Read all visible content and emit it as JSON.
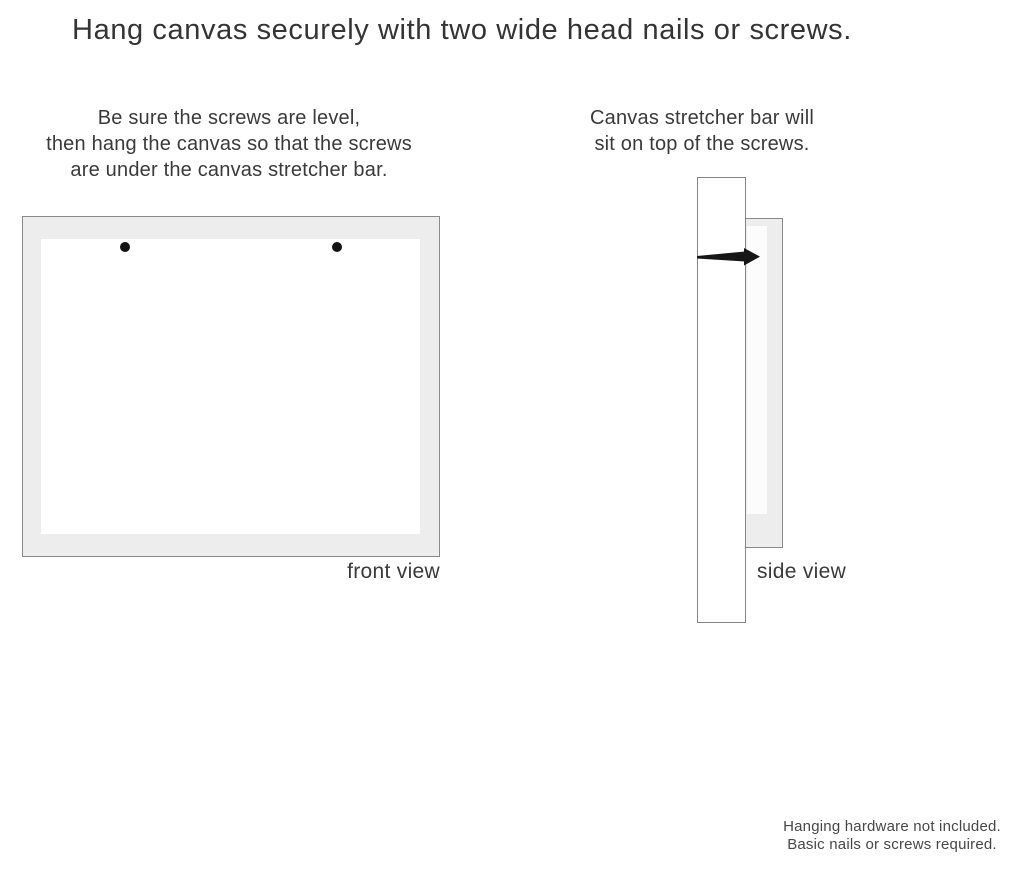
{
  "header": {
    "title": "Hang canvas securely with two wide head nails or screws."
  },
  "instructions": {
    "left": {
      "line1": "Be sure the screws are level,",
      "line2": "then hang the canvas so that the screws",
      "line3": "are under the canvas stretcher bar."
    },
    "right": {
      "line1": "Canvas stretcher bar will",
      "line2": "sit on top of the screws."
    }
  },
  "front_view": {
    "label": "front view",
    "screw_count": 2
  },
  "side_view": {
    "label": "side view"
  },
  "footer": {
    "line1": "Hanging hardware not included.",
    "line2": "Basic nails or screws required."
  },
  "colors": {
    "text": "#3a3a3a",
    "canvas_edge_fill": "#ededed",
    "outline": "#8a8a8a",
    "screw": "#121212",
    "nail": "#161616",
    "background": "#ffffff"
  }
}
